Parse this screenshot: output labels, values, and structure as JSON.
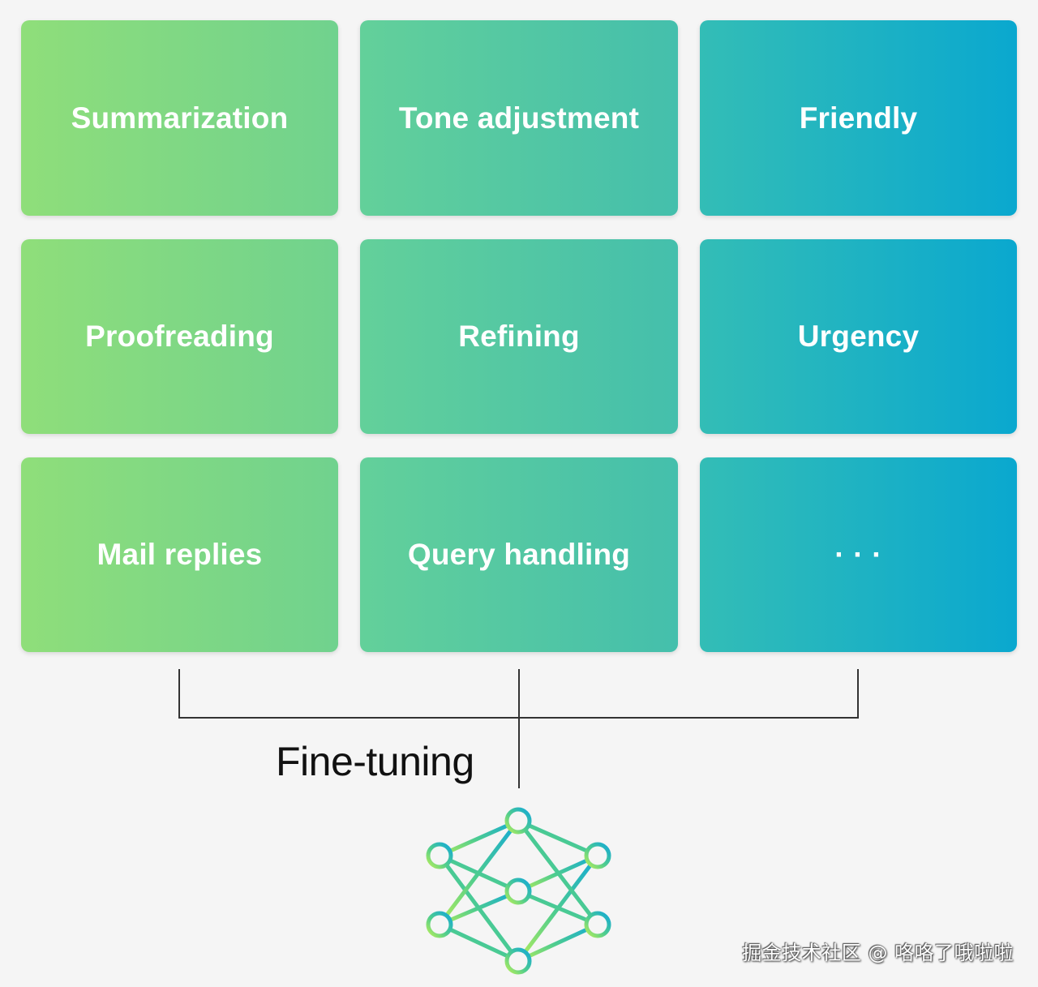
{
  "cards": [
    {
      "label": "Summarization"
    },
    {
      "label": "Tone adjustment"
    },
    {
      "label": "Friendly"
    },
    {
      "label": "Proofreading"
    },
    {
      "label": "Refining"
    },
    {
      "label": "Urgency"
    },
    {
      "label": "Mail replies"
    },
    {
      "label": "Query handling"
    },
    {
      "label": "· · ·"
    }
  ],
  "fine_tuning_label": "Fine-tuning",
  "icons": {
    "network": "neural-network-icon"
  },
  "colors": {
    "green_start": "#8fde7a",
    "teal_mid": "#44bfac",
    "blue_end": "#0aa8cf",
    "line": "#333333"
  },
  "watermark": "掘金技术社区 @ 咯咯了哦啦啦"
}
